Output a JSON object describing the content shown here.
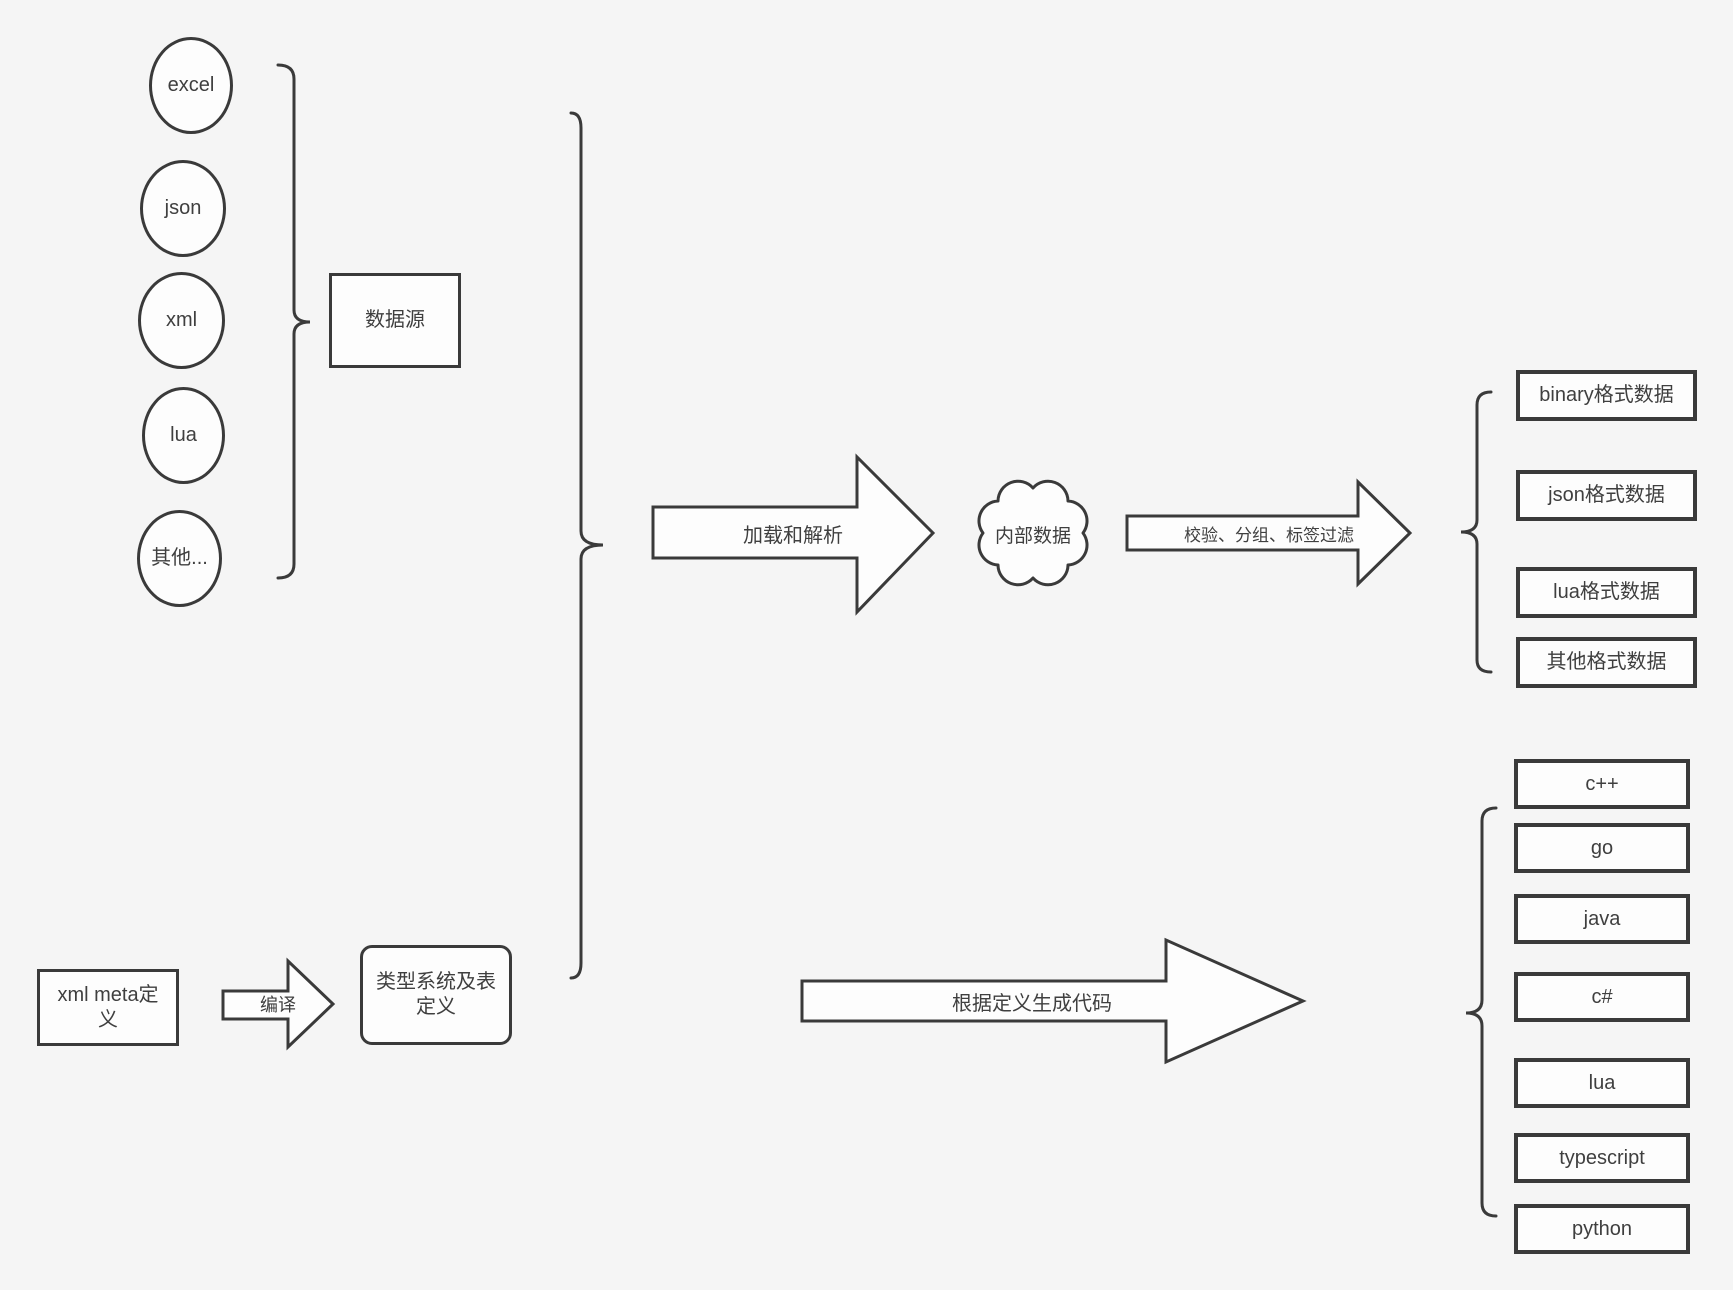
{
  "diagram": {
    "background": "#f5f5f5",
    "stroke_color": "#3a3a3a",
    "node_fill": "#fdfdfd",
    "text_color": "#3f3f3f"
  },
  "sources": {
    "group_label": "数据源",
    "items": [
      "excel",
      "json",
      "xml",
      "lua",
      "其他..."
    ]
  },
  "definitions": {
    "xml_meta_label": "xml meta定义",
    "compile_arrow_label": "编译",
    "type_system_label": "类型系统及表定义"
  },
  "pipeline": {
    "load_parse_arrow_label": "加载和解析",
    "internal_data_label": "内部数据",
    "filter_arrow_label": "校验、分组、标签过滤",
    "generate_arrow_label": "根据定义生成代码"
  },
  "outputs": {
    "formats": [
      "binary格式数据",
      "json格式数据",
      "lua格式数据",
      "其他格式数据"
    ],
    "languages": [
      "c++",
      "go",
      "java",
      "c#",
      "lua",
      "typescript",
      "python"
    ]
  }
}
